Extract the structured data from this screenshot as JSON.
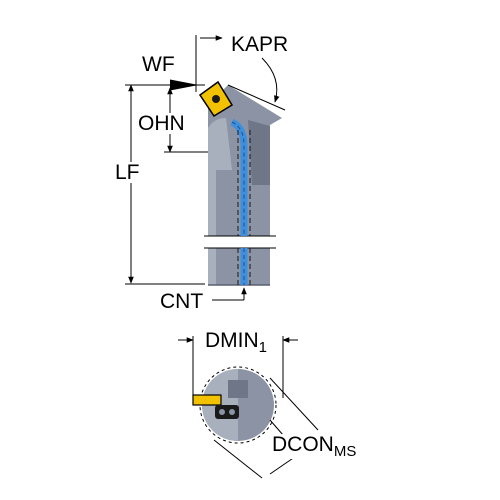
{
  "labels": {
    "wf": "WF",
    "kapr": "KAPR",
    "ohn": "OHN",
    "lf": "LF",
    "cnt": "CNT",
    "dmin": "DMIN",
    "dmin_sub": "1",
    "dcon": "DCON",
    "dcon_sub": "MS"
  },
  "colors": {
    "body_fill": "#8b93a4",
    "body_dark": "#6e7688",
    "coolant_channel": "#3d8fe0",
    "insert_yellow": "#f2c200",
    "dimension_line": "#000000",
    "background": "#ffffff"
  },
  "icons": {
    "insert": "rhombic-insert-icon",
    "screw": "insert-screw-icon"
  }
}
